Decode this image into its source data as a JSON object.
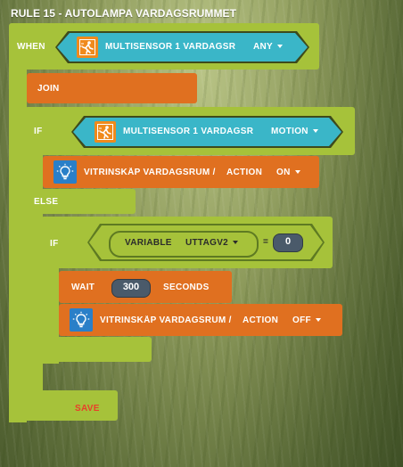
{
  "title": "RULE 15 - AUTOLAMPA VARDAGSRUMMET",
  "when": {
    "label": "WHEN",
    "device_name": "MULTISENSOR 1 VARDAGSR",
    "event": "ANY",
    "icon": "motion-sensor-icon"
  },
  "join": {
    "label": "JOIN"
  },
  "if_block": {
    "label": "IF",
    "device_name": "MULTISENSOR 1 VARDAGSR",
    "state": "MOTION",
    "icon": "motion-sensor-icon"
  },
  "action_on": {
    "device_name": "VITRINSKÅP VARDAGSRUM /",
    "action_label": "ACTION",
    "action_value": "ON",
    "icon": "lightbulb-icon"
  },
  "else_block": {
    "label": "ELSE"
  },
  "inner_if": {
    "label": "IF",
    "variable_label": "VARIABLE",
    "variable_name": "UTTAGV2",
    "operator": "=",
    "value": "0"
  },
  "wait": {
    "label": "WAIT",
    "value": "300",
    "unit": "SECONDS"
  },
  "action_off": {
    "device_name": "VITRINSKÅP VARDAGSRUM /",
    "action_label": "ACTION",
    "action_value": "OFF",
    "icon": "lightbulb-icon"
  },
  "save": {
    "label": "SAVE"
  },
  "colors": {
    "rule_block": "#a6c23a",
    "action_block": "#e07020",
    "device_block": "#3ab6c8",
    "save_text": "#e8402a"
  }
}
